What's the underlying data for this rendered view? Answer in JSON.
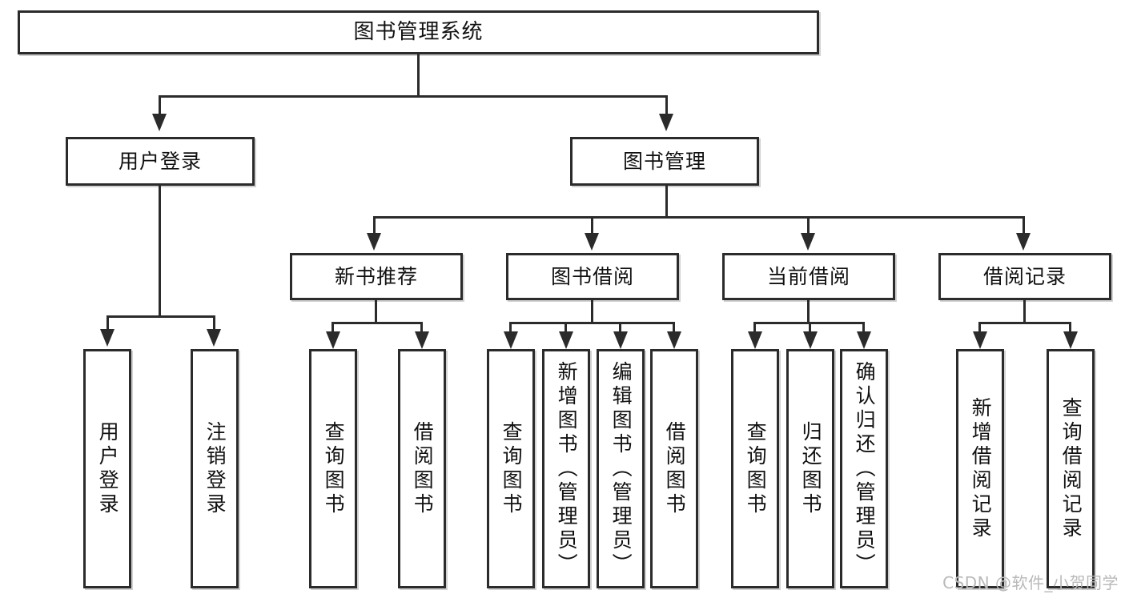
{
  "diagram": {
    "title": "图书管理系统",
    "type": "tree",
    "root": {
      "label": "图书管理系统"
    },
    "level2": [
      {
        "label": "用户登录"
      },
      {
        "label": "图书管理"
      }
    ],
    "level3": [
      {
        "label": "新书推荐"
      },
      {
        "label": "图书借阅"
      },
      {
        "label": "当前借阅"
      },
      {
        "label": "借阅记录"
      }
    ],
    "leaves": {
      "user_login": [
        {
          "label": "用户登录"
        },
        {
          "label": "注销登录"
        }
      ],
      "new_book_recommend": [
        {
          "label": "查询图书"
        },
        {
          "label": "借阅图书"
        }
      ],
      "book_borrow": [
        {
          "label": "查询图书"
        },
        {
          "label": "新增图书（管理员）"
        },
        {
          "label": "编辑图书（管理员）"
        },
        {
          "label": "借阅图书"
        }
      ],
      "current_borrow": [
        {
          "label": "查询图书"
        },
        {
          "label": "归还图书"
        },
        {
          "label": "确认归还（管理员）"
        }
      ],
      "borrow_record": [
        {
          "label": "新增借阅记录"
        },
        {
          "label": "查询借阅记录"
        }
      ]
    }
  },
  "watermark": {
    "text": "CSDN @软件_小贺同学"
  },
  "colors": {
    "stroke": "#2b2b2b",
    "fill": "#ffffff",
    "text": "#111111",
    "watermark": "#b9b9b9"
  }
}
